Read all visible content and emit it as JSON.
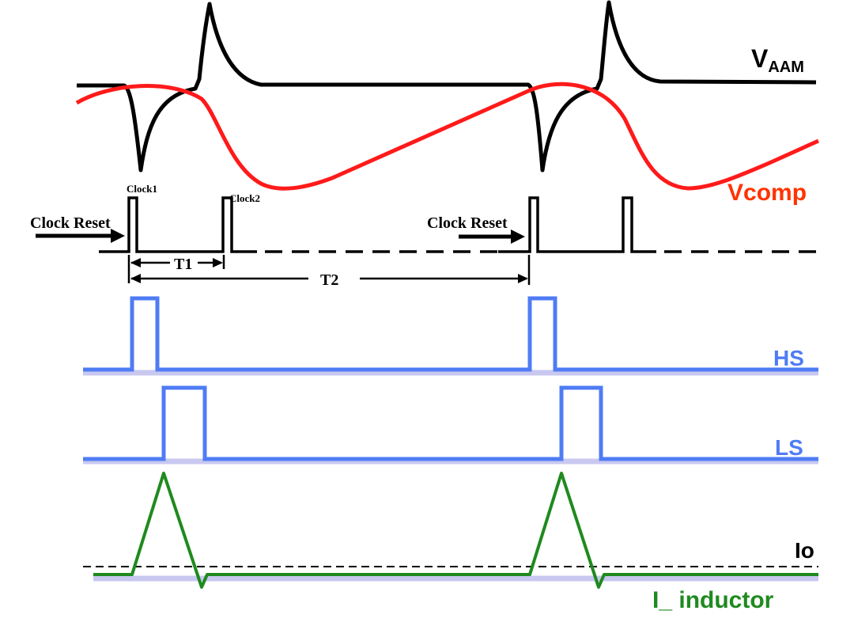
{
  "labels": {
    "vaam_main": "V",
    "vaam_sub": "AAM",
    "vcomp": "Vcomp",
    "clock1": "Clock1",
    "clock2": "Clock2",
    "clock_reset_1": "Clock Reset",
    "clock_reset_2": "Clock Reset",
    "t1": "T1",
    "t2": "T2",
    "hs": "HS",
    "ls": "LS",
    "io": "Io",
    "i_inductor": "I_ inductor"
  },
  "colors": {
    "vaam": "#000000",
    "vcomp": "#ff1a1a",
    "vcomp_label": "#ff3300",
    "clock": "#000000",
    "hs": "#4f7cf5",
    "ls": "#4f7cf5",
    "baseline_shadow": "#c8c8f0",
    "inductor": "#1f8a1f",
    "io_line": "#000000",
    "text": "#000000"
  }
}
